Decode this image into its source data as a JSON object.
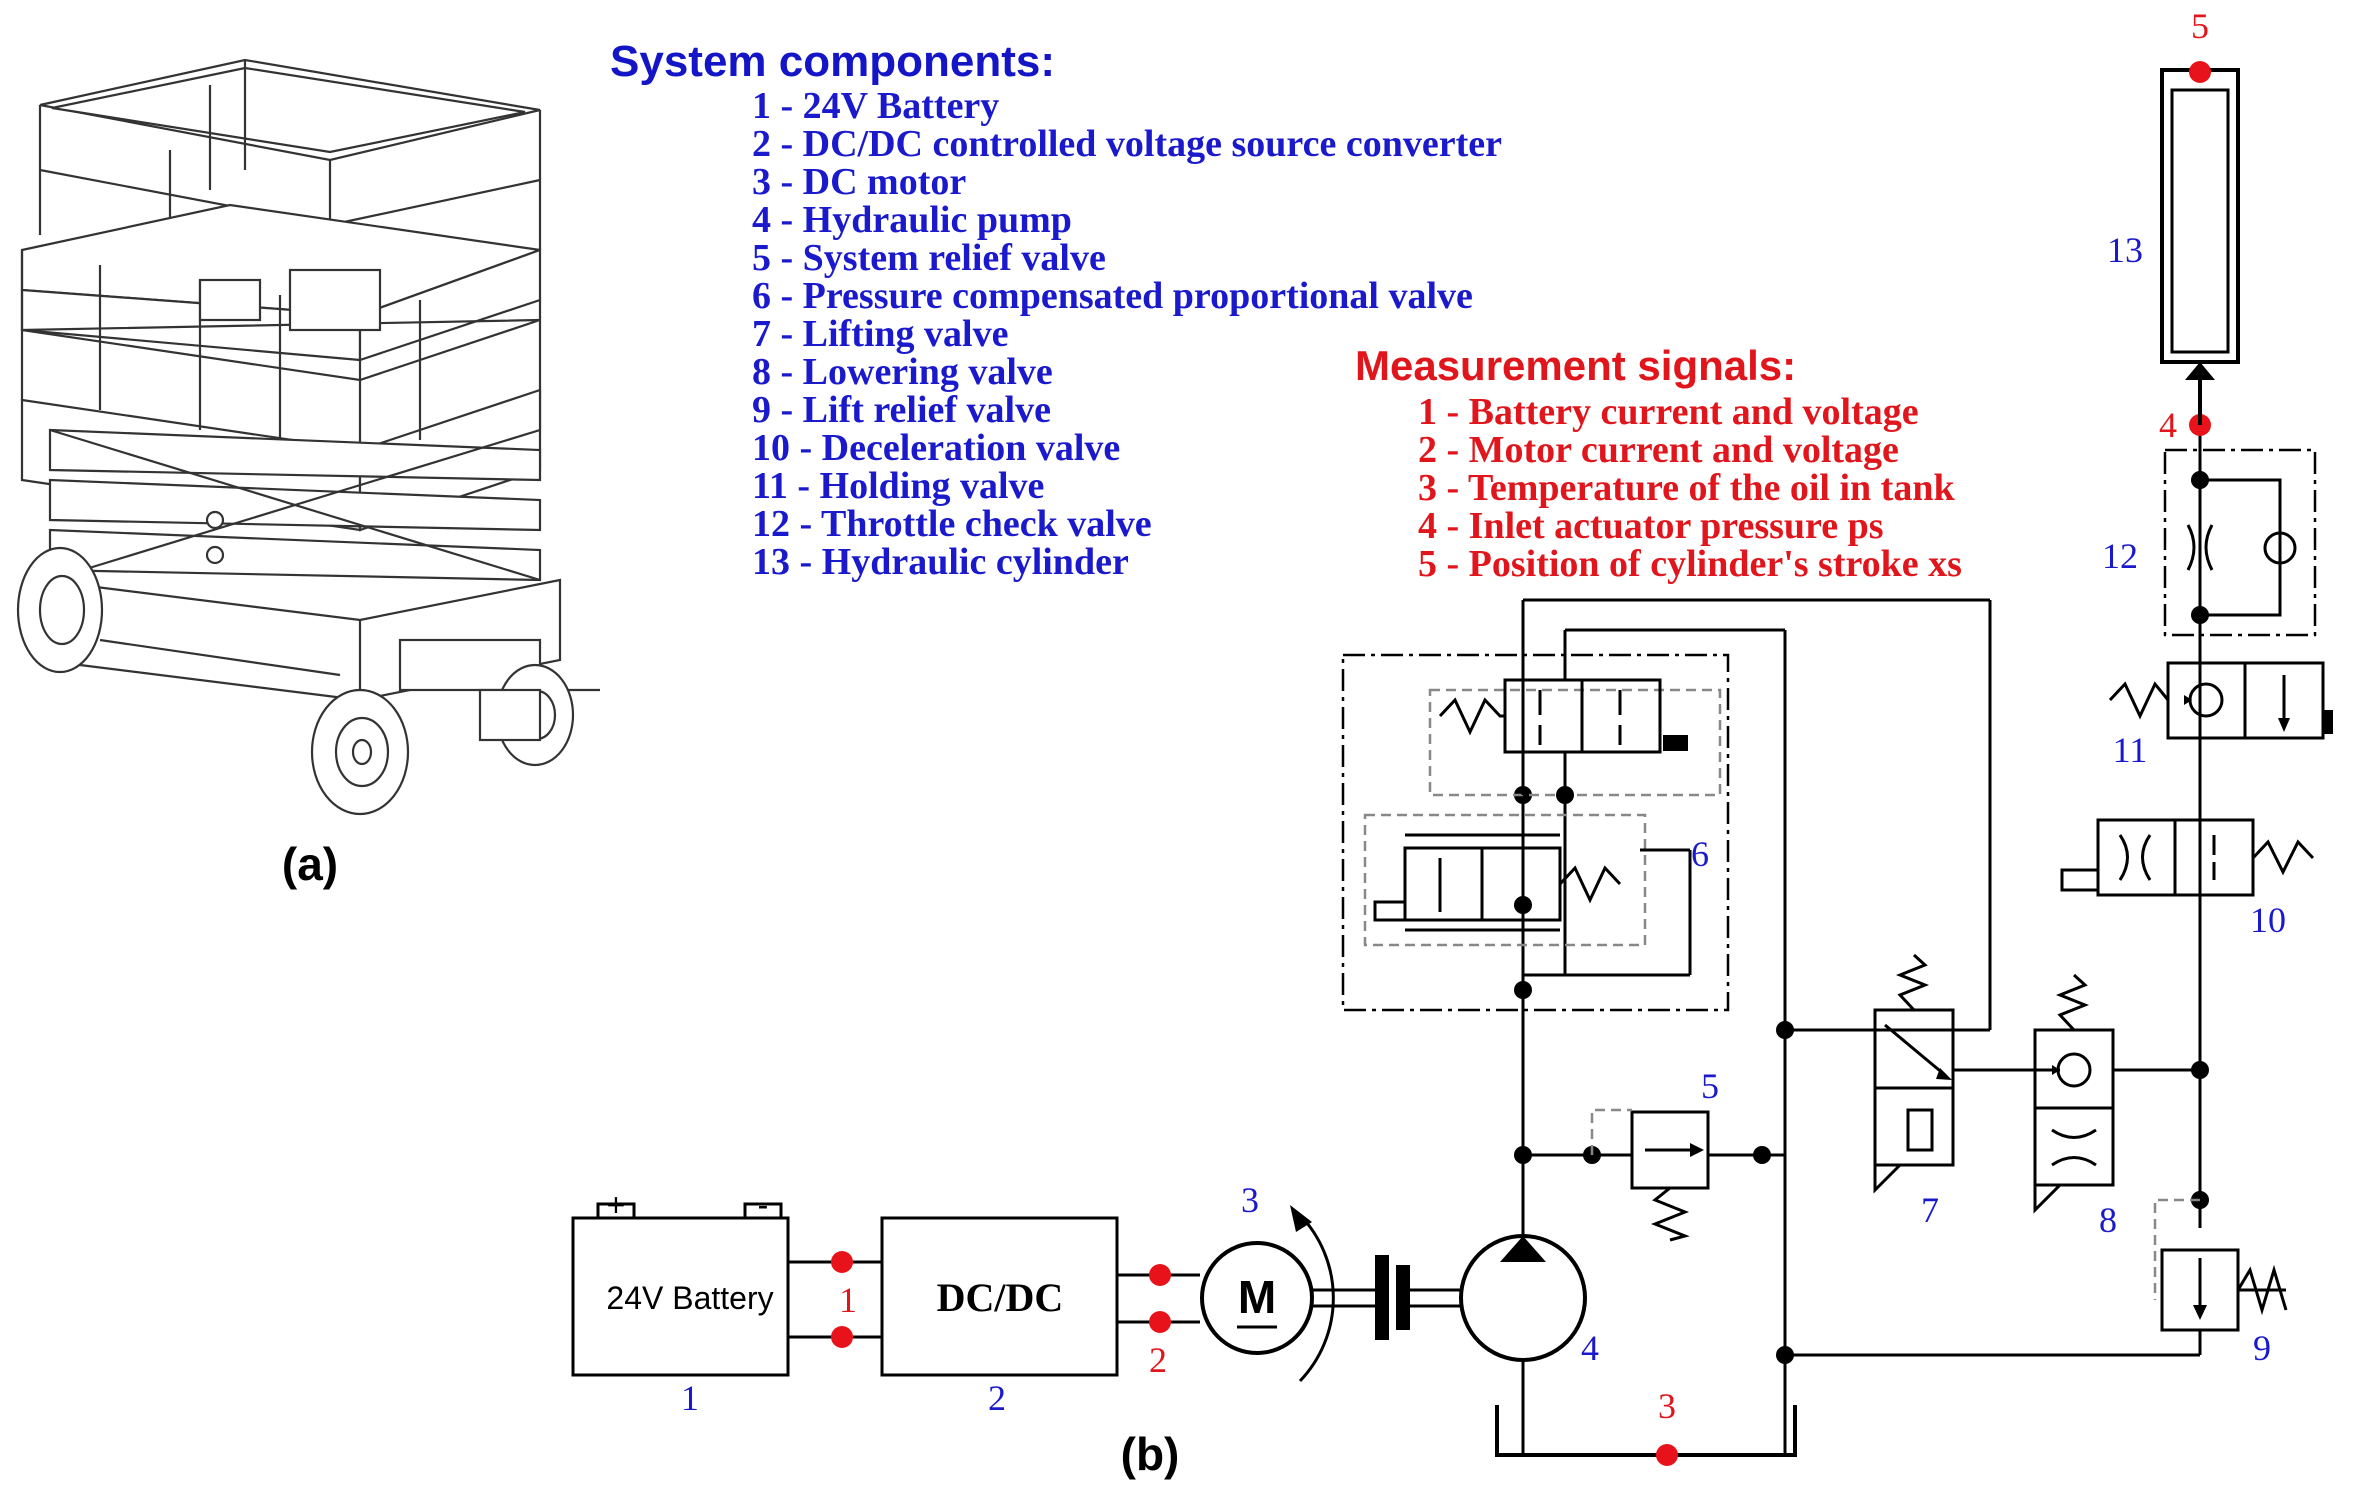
{
  "system": {
    "heading": "System components:",
    "items": [
      "1 - 24V Battery",
      "2 - DC/DC controlled voltage source converter",
      "3 - DC motor",
      "4 - Hydraulic pump",
      "5 - System relief valve",
      "6 - Pressure compensated proportional valve",
      "7 - Lifting valve",
      "8 - Lowering valve",
      "9 - Lift relief valve",
      "10 - Deceleration valve",
      "11 - Holding valve",
      "12 - Throttle check valve",
      "13 - Hydraulic cylinder"
    ]
  },
  "measurement": {
    "heading": "Measurement signals:",
    "items": [
      "1 - Battery current and voltage",
      "2 - Motor current and voltage",
      "3 - Temperature of the oil in tank",
      "4 - Inlet actuator pressure ps",
      "5 - Position of cylinder's stroke xs"
    ]
  },
  "captions": {
    "a": "(a)",
    "b": "(b)"
  },
  "blocks": {
    "battery": "24V Battery",
    "battery_plus": "+",
    "battery_minus": "-",
    "dcdc": "DC/DC",
    "motor": "M"
  },
  "labels": {
    "c1": "1",
    "c2": "2",
    "c3": "3",
    "c4": "4",
    "c5": "5",
    "c6": "6",
    "c7": "7",
    "c8": "8",
    "c9": "9",
    "c10": "10",
    "c11": "11",
    "c12": "12",
    "c13": "13"
  },
  "signals": {
    "s1": "1",
    "s2": "2",
    "s3": "3",
    "s4": "4",
    "s5": "5"
  },
  "colors": {
    "components": "#1a1acc",
    "signals": "#e0161c"
  }
}
